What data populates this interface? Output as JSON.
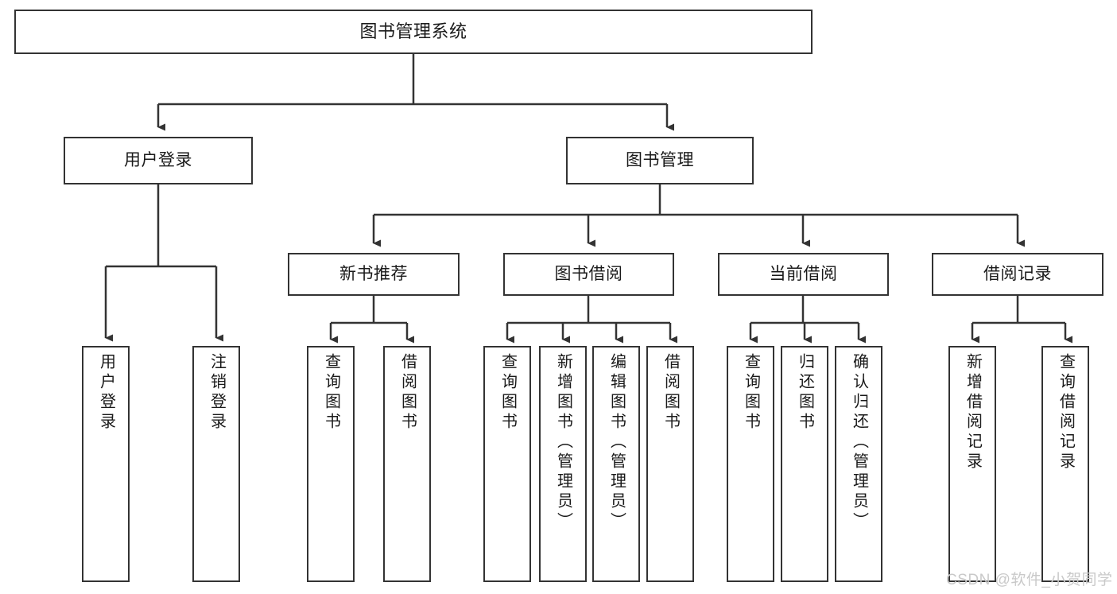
{
  "diagram": {
    "title": "图书管理系统",
    "type": "tree-hierarchy-chart",
    "background_color": "#ffffff",
    "line_color": "#333333",
    "text_color": "#1a1a1a"
  },
  "nodes": {
    "root": {
      "label": "图书管理系统"
    },
    "level2": [
      {
        "label": "用户登录"
      },
      {
        "label": "图书管理"
      }
    ],
    "level3": [
      {
        "label": "新书推荐"
      },
      {
        "label": "图书借阅"
      },
      {
        "label": "当前借阅"
      },
      {
        "label": "借阅记录"
      }
    ],
    "leaves": {
      "user_login": [
        {
          "label": "用户登录"
        },
        {
          "label": "注销登录"
        }
      ],
      "new_book_recommend": [
        {
          "label": "查询图书"
        },
        {
          "label": "借阅图书"
        }
      ],
      "book_borrow": [
        {
          "label": "查询图书"
        },
        {
          "label": "新增图书（管理员）"
        },
        {
          "label": "编辑图书（管理员）"
        },
        {
          "label": "借阅图书"
        }
      ],
      "current_borrow": [
        {
          "label": "查询图书"
        },
        {
          "label": "归还图书"
        },
        {
          "label": "确认归还（管理员）"
        }
      ],
      "borrow_records": [
        {
          "label": "新增借阅记录"
        },
        {
          "label": "查询借阅记录"
        }
      ]
    }
  },
  "watermark": {
    "text": "CSDN @软件_小贺同学"
  }
}
